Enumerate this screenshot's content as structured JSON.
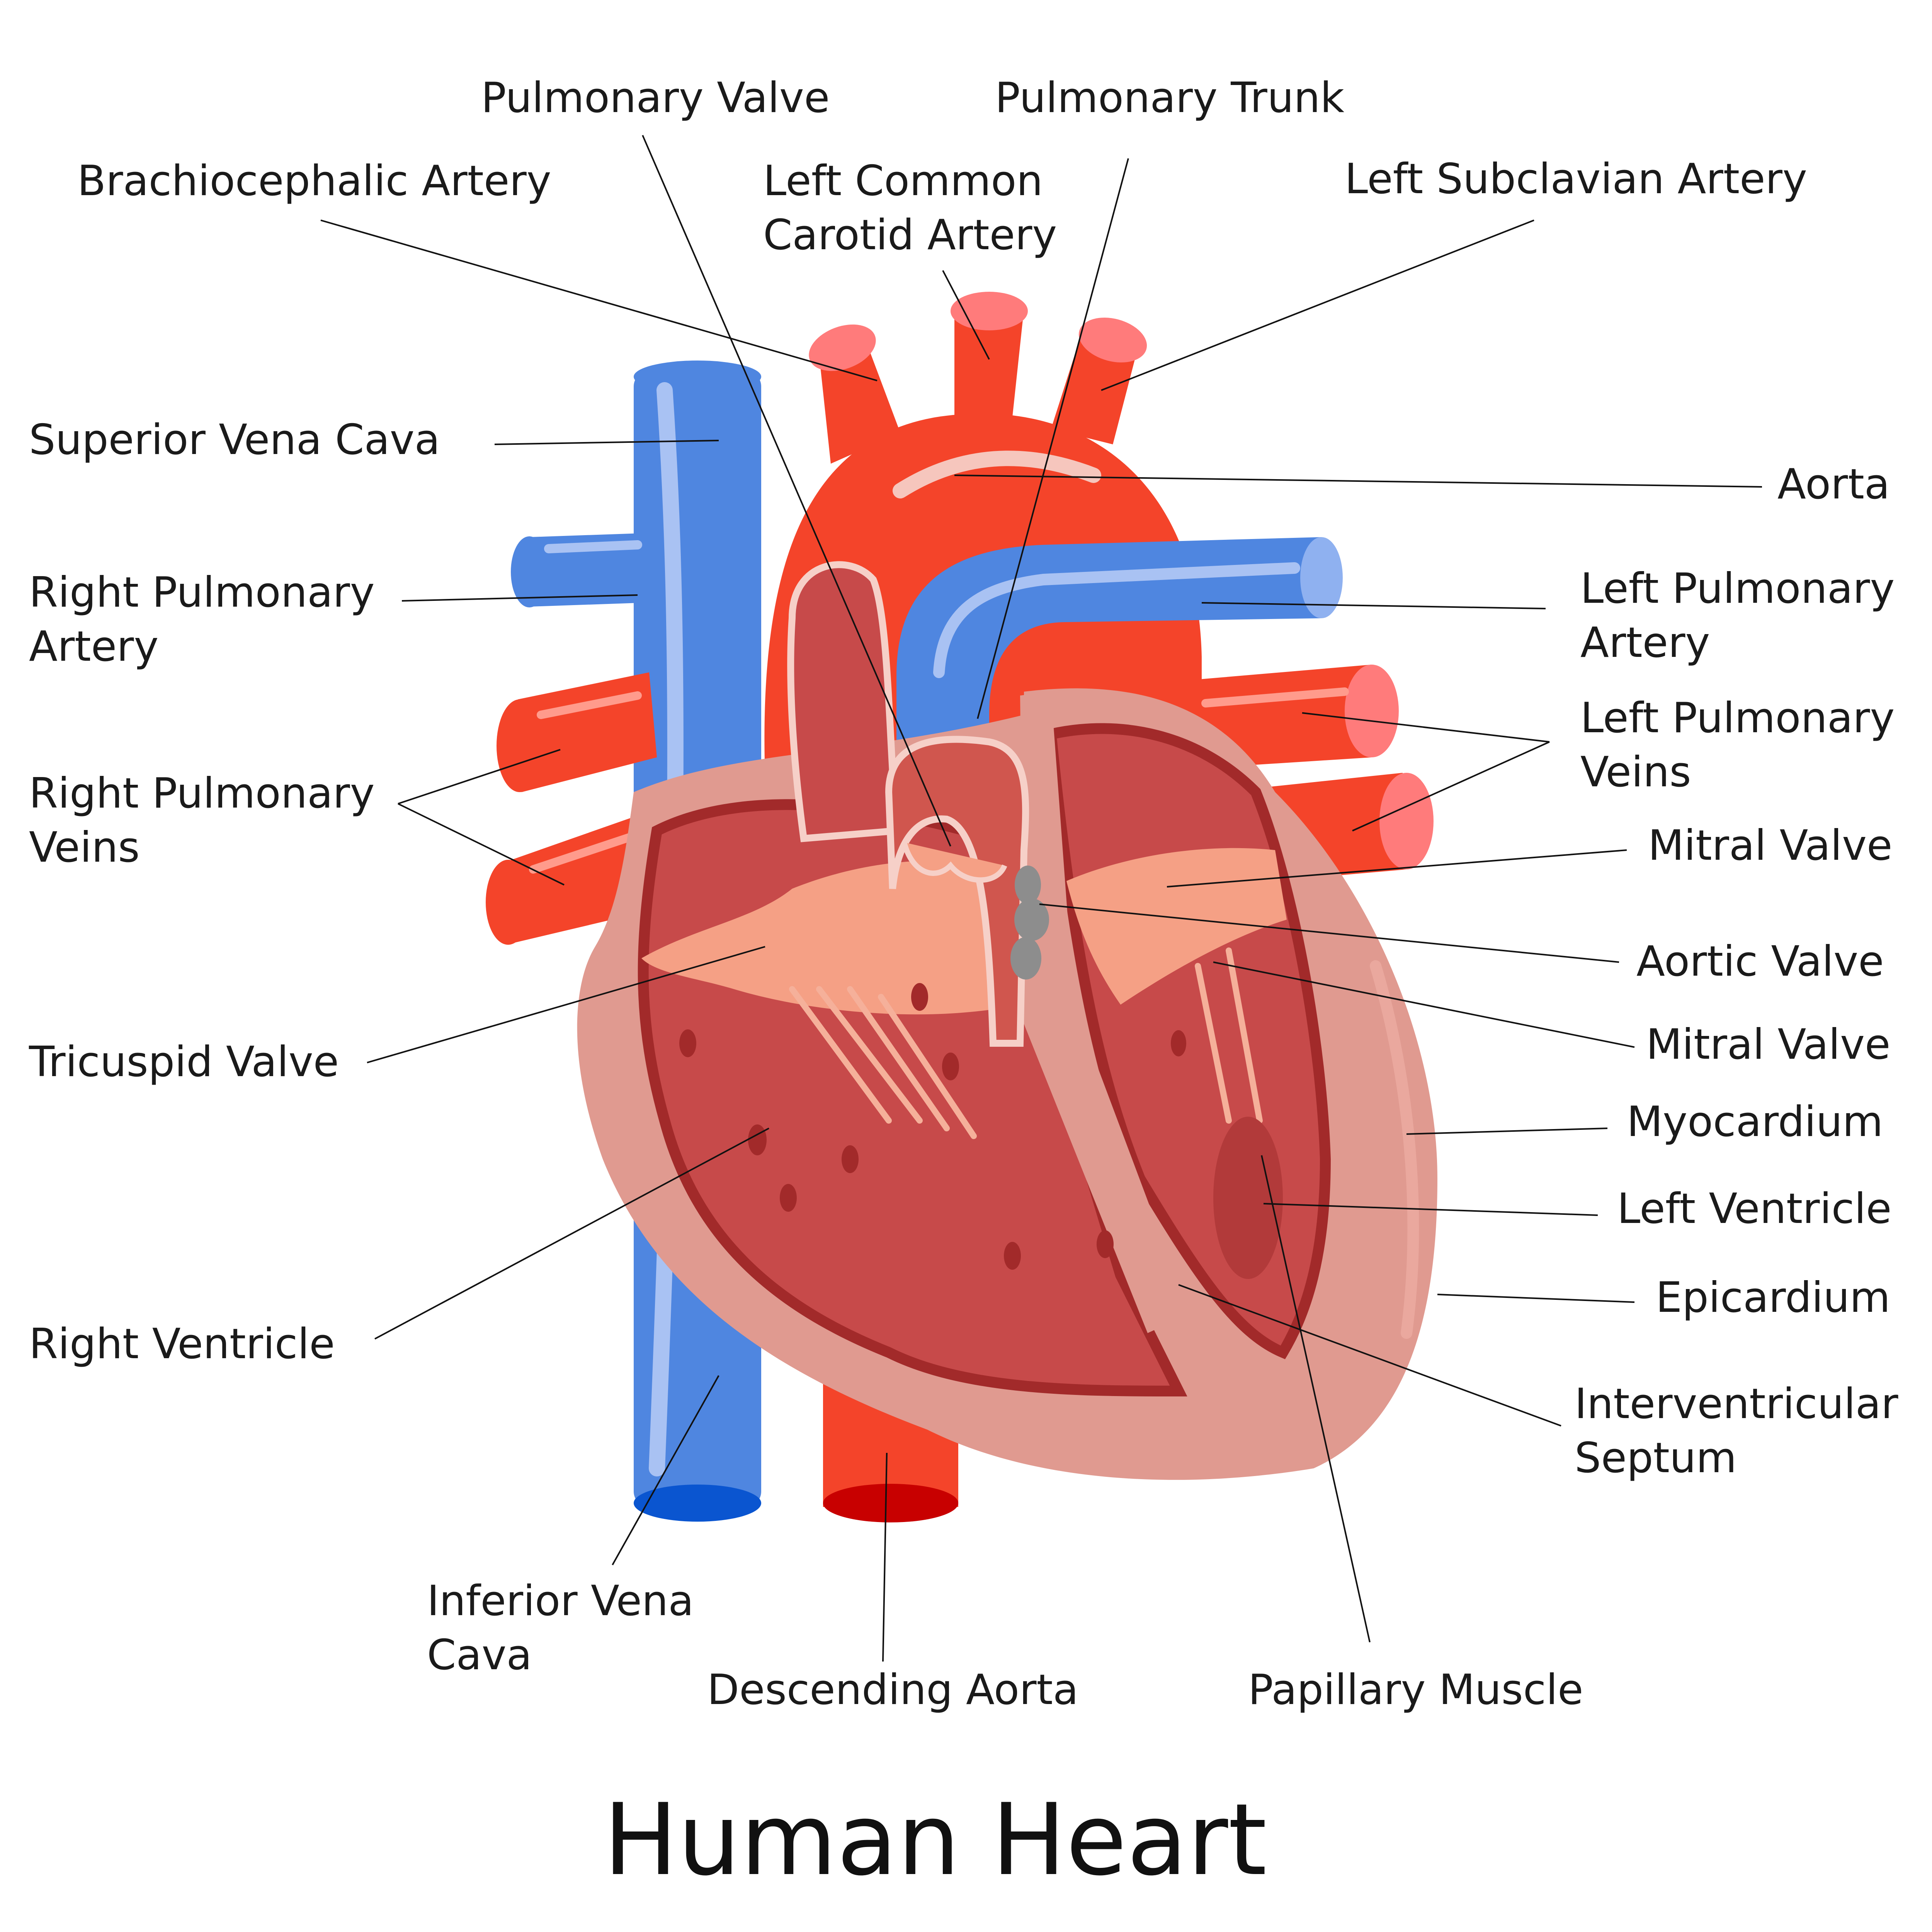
{
  "title": "Human Heart",
  "labels": {
    "pulmonary_valve": "Pulmonary Valve",
    "pulmonary_trunk": "Pulmonary Trunk",
    "brachiocephalic_artery": "Brachiocephalic Artery",
    "left_common_carotid_1": "Left Common",
    "left_common_carotid_2": "Carotid Artery",
    "left_subclavian_artery": "Left Subclavian Artery",
    "superior_vena_cava": "Superior Vena Cava",
    "aorta": "Aorta",
    "right_pulmonary_artery_1": "Right Pulmonary",
    "right_pulmonary_artery_2": "Artery",
    "left_pulmonary_artery_1": "Left Pulmonary",
    "left_pulmonary_artery_2": "Artery",
    "right_pulmonary_veins_1": "Right Pulmonary",
    "right_pulmonary_veins_2": "Veins",
    "left_pulmonary_veins_1": "Left Pulmonary",
    "left_pulmonary_veins_2": "Veins",
    "mitral_valve_top": "Mitral Valve",
    "aortic_valve": "Aortic Valve",
    "mitral_valve_bottom": "Mitral Valve",
    "tricuspid_valve": "Tricuspid Valve",
    "myocardium": "Myocardium",
    "left_ventricle": "Left Ventricle",
    "epicardium": "Epicardium",
    "right_ventricle": "Right Ventricle",
    "interventricular_septum_1": "Interventricular",
    "interventricular_septum_2": "Septum",
    "inferior_vena_cava_1": "Inferior Vena",
    "inferior_vena_cava_2": "Cava",
    "descending_aorta": "Descending Aorta",
    "papillary_muscle": "Papillary Muscle"
  },
  "colors": {
    "artery_red": "#f4442a",
    "artery_light": "#ff7b7b",
    "vein_blue": "#4f86e0",
    "vein_light": "#8fb1f0",
    "vein_dark": "#0a55d0",
    "heart_outer": "#e09a90",
    "chamber": "#c74a4a",
    "chamber_dark": "#a22a2a",
    "valve_peach": "#f5a085",
    "highlight": "#f6d0c8",
    "aortic_valve_gray": "#8d8d8d"
  }
}
